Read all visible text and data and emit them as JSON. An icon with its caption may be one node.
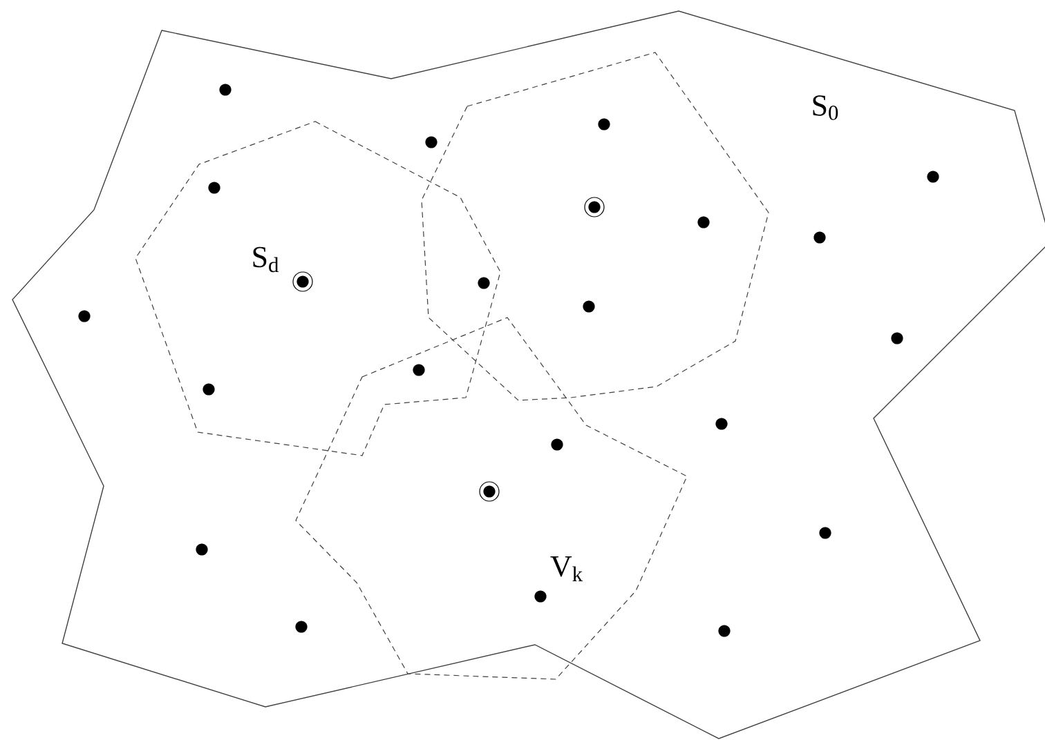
{
  "diagram": {
    "labels": [
      "S$_{0}$",
      "S$_{d}$",
      "V$_{k}$"
    ]
  }
}
